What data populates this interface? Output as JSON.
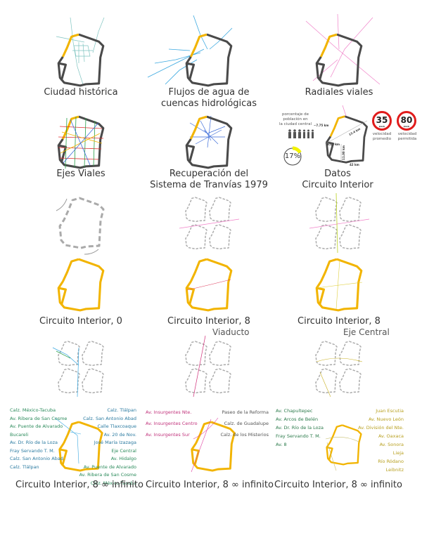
{
  "colors": {
    "circuit": "#4a4a4a",
    "accent": "#f2b400",
    "water": "#3aa8e0",
    "historic": "#7fc4c0",
    "radial": "#f080c8",
    "speed": "#e01b1b"
  },
  "row1": {
    "titles": [
      "Ciudad histórica",
      "Flujos de agua de",
      "cuencas hidrológicas",
      "Radiales viales"
    ]
  },
  "row2": {
    "titles": [
      "Ejes Viales",
      "Recuperación del",
      "Sistema de Tranvías 1979",
      "Datos",
      "Circuito Interior"
    ]
  },
  "datos": {
    "population_label": [
      "porcentaje de",
      "población en",
      "la ciudad central"
    ],
    "population_pct": "17%",
    "population_fraction": 0.17,
    "km": [
      "~7.75 km",
      "6.10 km",
      "13.4 km",
      "11.00 km",
      "42 km"
    ],
    "speed_avg": "35",
    "speed_max": "80",
    "unit": "km/h",
    "speed_avg_label": [
      "velocidad",
      "promedio"
    ],
    "speed_max_label": [
      "velocidad",
      "permitida"
    ]
  },
  "row4": {
    "titles": [
      "Circuito Interior,  0",
      "Circuito Interior,  8",
      "Circuito Interior,  8"
    ],
    "subs": [
      "Viaducto",
      "Eje Central"
    ]
  },
  "row6": {
    "title": "Circuito Interior, 8 ∞ infinito",
    "col1_left": [
      "Calz. México-Tacuba",
      "Av. Ribera de San Cosme",
      "Av. Puente de Alvarado",
      "Bucareli",
      "Av. Dr. Río de la Loza",
      "Fray Servando T. M.",
      "Calz. San Antonio Abad.",
      "Calz. Tlálpan"
    ],
    "col1_right": [
      "Calz. Tlálpan",
      "Calz. San Antonio Abad",
      "Calle Tlaxcoaque",
      "Av. 20 de Nov.",
      "José María Izazaga",
      "Eje Central",
      "Av. Hidalgo",
      "Av. Puente de Alvarado",
      "Av. Ribera de San Cosme",
      "Calz. México-Tacuba"
    ],
    "col2_left": [
      "Av. Insurgentes Nte.",
      "Av. Insurgentes Centro",
      "Av. Insurgentes Sur"
    ],
    "col2_right": [
      "Paseo de la Reforma",
      "Calz. de Guadalupe",
      "Calz. de los Misterios"
    ],
    "col3_left": [
      "Av. Chapultepec",
      "Av. Arcos de Belén",
      "Av. Dr. Río de la Loza",
      "Fray Servando T. M.",
      "Av. 8"
    ],
    "col3_right": [
      "Juan Escutia",
      "Av. Nuevo León",
      "Av. División del Nte.",
      "Av. Oaxaca",
      "Av. Sonora",
      "Lieja",
      "Río Ródano",
      "Leibnitz"
    ]
  }
}
